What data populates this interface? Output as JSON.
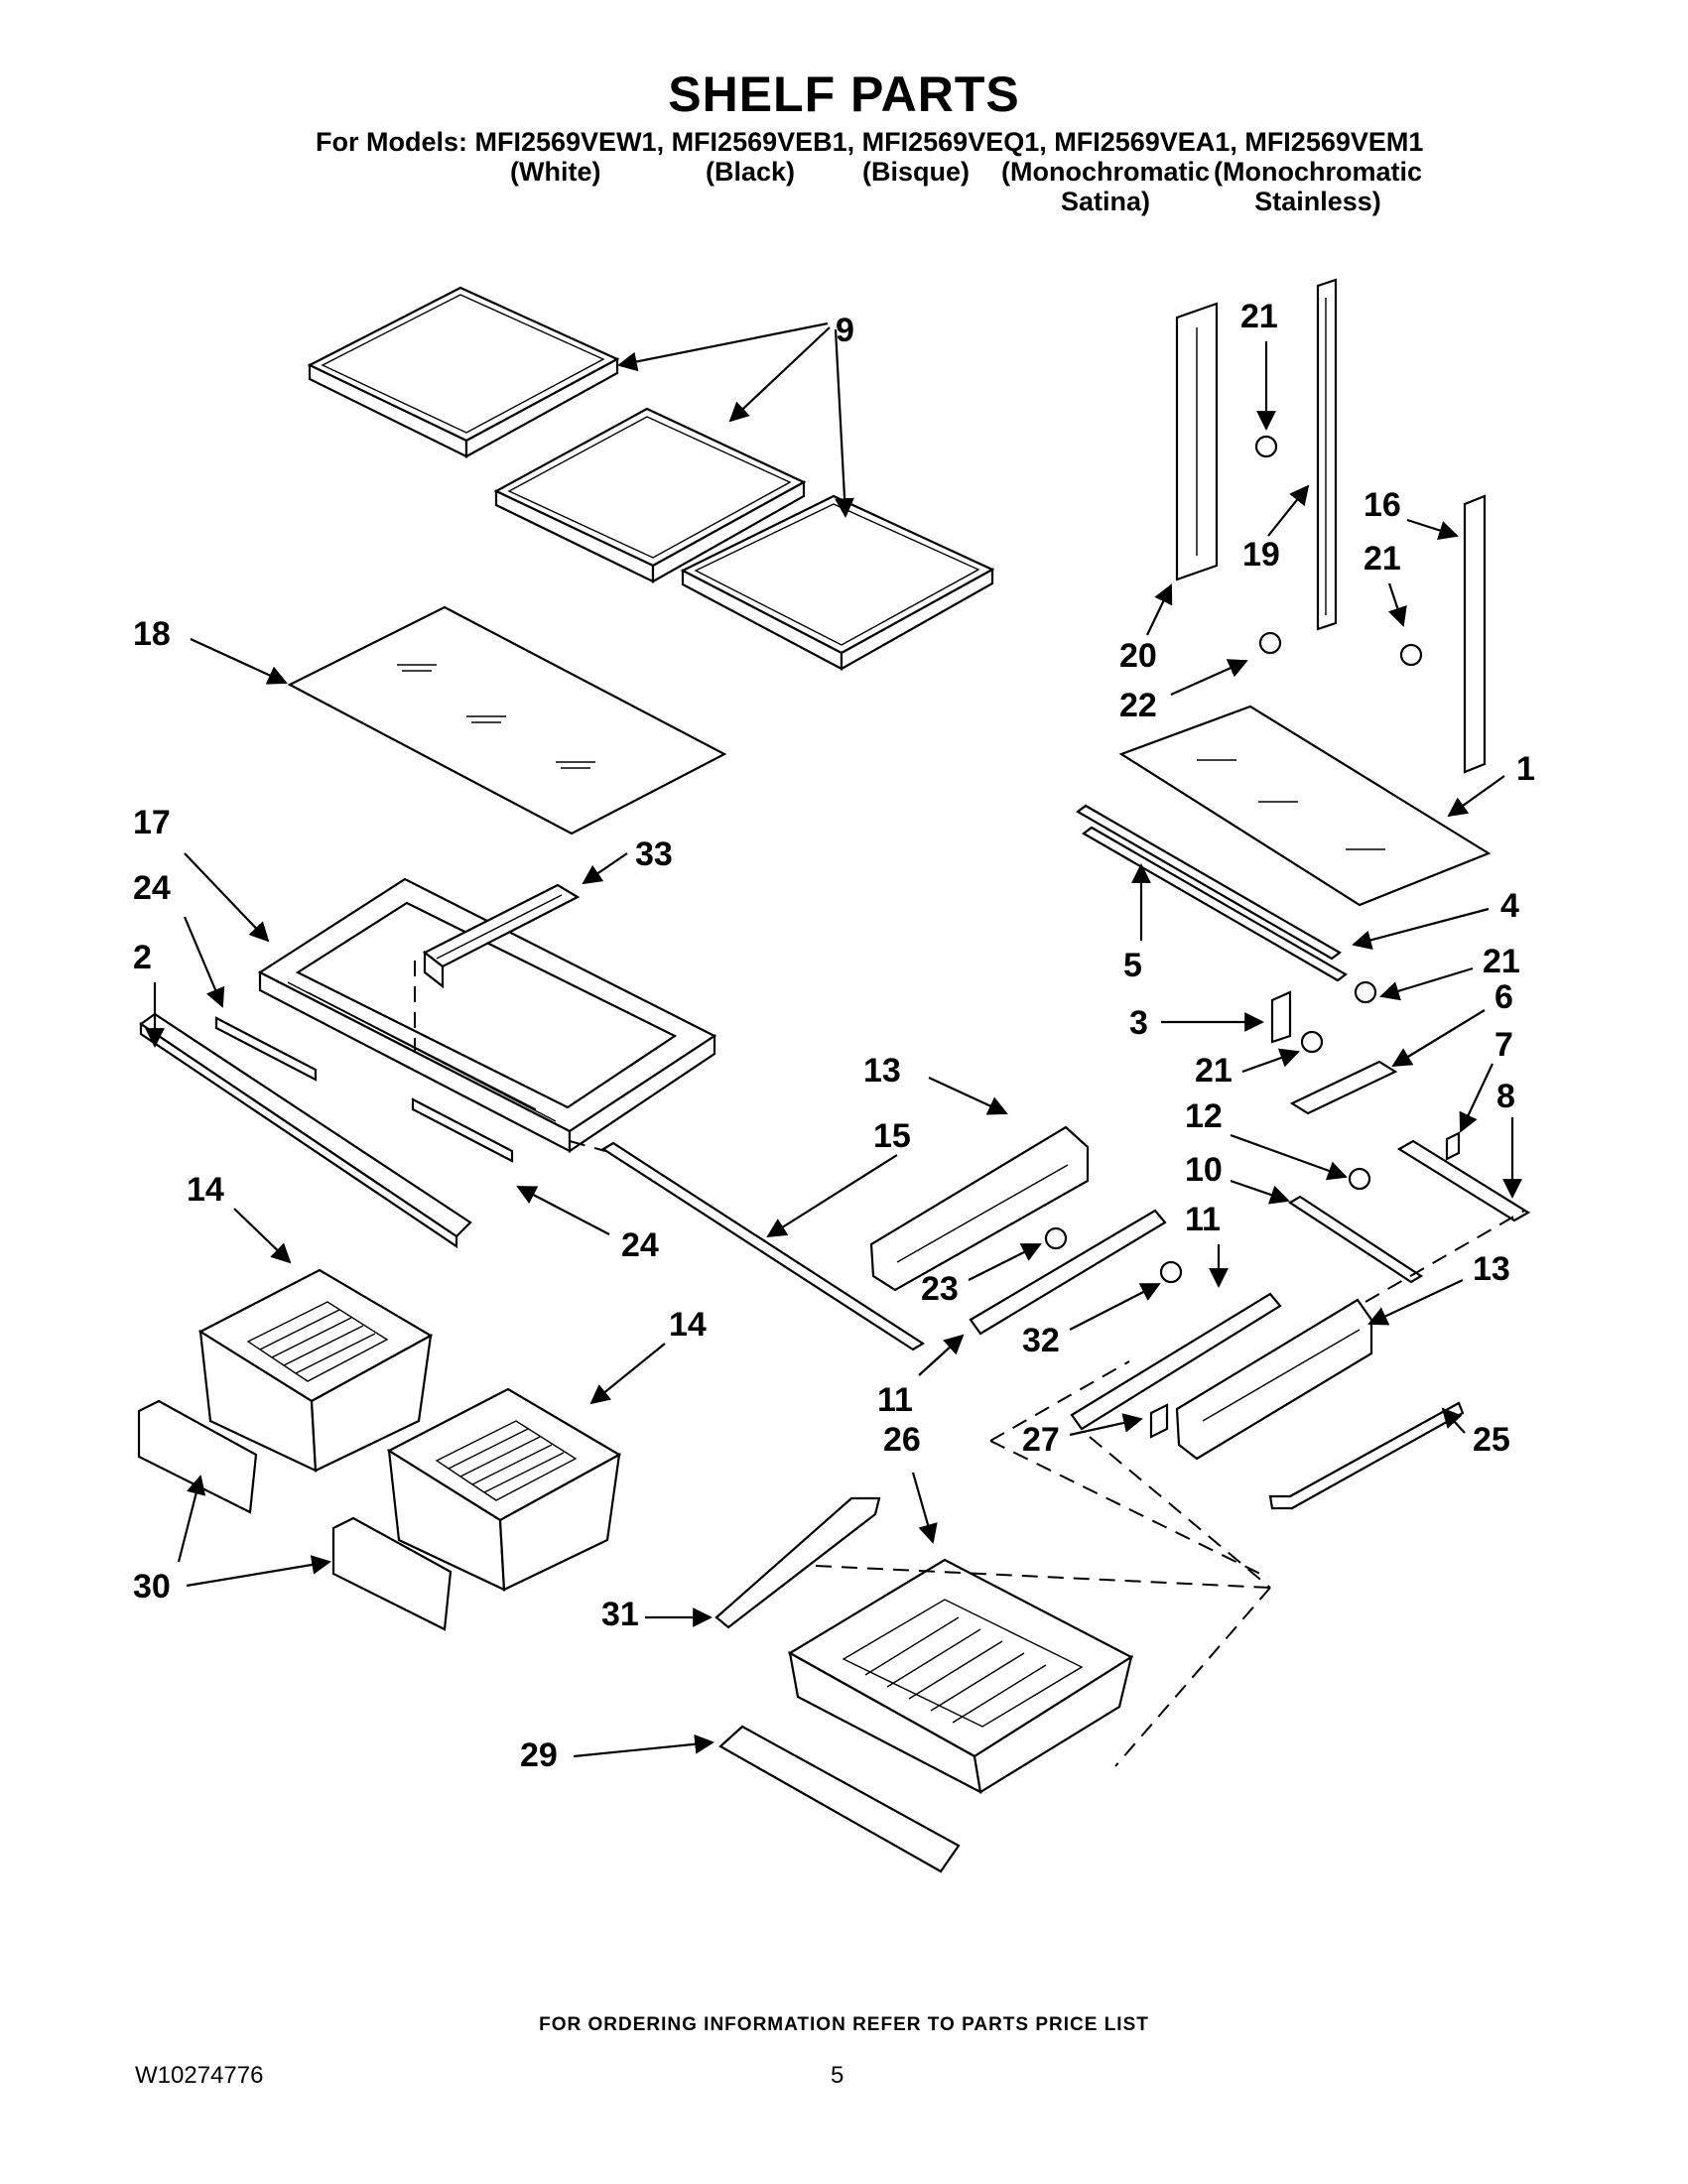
{
  "title": "SHELF PARTS",
  "models_line": "For Models: MFI2569VEW1, MFI2569VEB1, MFI2569VEQ1, MFI2569VEA1, MFI2569VEM1",
  "variants": [
    "(White)",
    "(Black)",
    "(Bisque)",
    "(Monochromatic\nSatina)",
    "(Monochromatic\nStainless)"
  ],
  "part_labels": [
    "1",
    "2",
    "3",
    "4",
    "5",
    "6",
    "7",
    "8",
    "9",
    "10",
    "11",
    "11",
    "12",
    "13",
    "13",
    "14",
    "14",
    "15",
    "16",
    "17",
    "18",
    "19",
    "20",
    "21",
    "21",
    "21",
    "21",
    "22",
    "23",
    "24",
    "24",
    "25",
    "26",
    "27",
    "29",
    "30",
    "31",
    "32",
    "33"
  ],
  "footer": "FOR ORDERING INFORMATION REFER TO PARTS PRICE LIST",
  "doc_number": "W10274776",
  "page_number": "5"
}
